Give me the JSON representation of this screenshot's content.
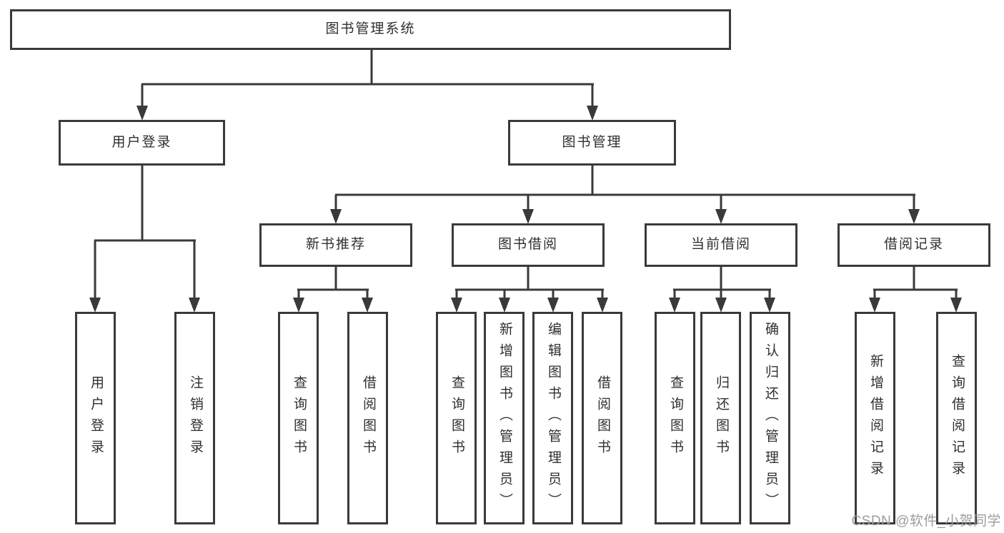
{
  "page": {
    "background": "#ffffff"
  },
  "colors": {
    "line": "#3a3a3a",
    "box_border": "#3a3a3a",
    "box_fill": "#ffffff",
    "text": "#2f2f2f",
    "watermark_text": "#9c9c9c"
  },
  "nodes": {
    "root": "图书管理系统",
    "user_login": "用户登录",
    "book_management": "图书管理",
    "new_book_recommend": "新书推荐",
    "book_borrow": "图书借阅",
    "current_borrow": "当前借阅",
    "borrow_records": "借阅记录",
    "leaf_user_login": "用户登录",
    "leaf_logout_login": "注销登录",
    "leaf_query_books_recommend": "查询图书",
    "leaf_borrow_books_recommend": "借阅图书",
    "leaf_query_books_borrow": "查询图书",
    "leaf_add_books_admin": "新增图书（管理员）",
    "leaf_edit_books_admin": "编辑图书（管理员）",
    "leaf_borrow_books_borrow": "借阅图书",
    "leaf_query_books_current": "查询图书",
    "leaf_return_books": "归还图书",
    "leaf_confirm_return_admin": "确认归还（管理员）",
    "leaf_add_borrow_record": "新增借阅记录",
    "leaf_query_borrow_record": "查询借阅记录"
  },
  "hierarchy": {
    "图书管理系统": {
      "用户登录": [
        "用户登录",
        "注销登录"
      ],
      "图书管理": {
        "新书推荐": [
          "查询图书",
          "借阅图书"
        ],
        "图书借阅": [
          "查询图书",
          "新增图书（管理员）",
          "编辑图书（管理员）",
          "借阅图书"
        ],
        "当前借阅": [
          "查询图书",
          "归还图书",
          "确认归还（管理员）"
        ],
        "借阅记录": [
          "新增借阅记录",
          "查询借阅记录"
        ]
      }
    }
  },
  "watermark": {
    "text": "CSDN @软件_小贺同学"
  }
}
